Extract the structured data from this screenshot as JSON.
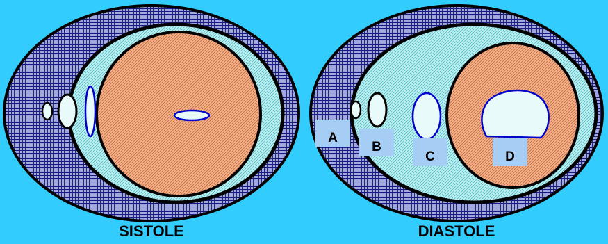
{
  "colors": {
    "background": "#33ccff",
    "outer_fill": "#a0a8d8",
    "outer_grid": "#1a1a80",
    "cyan_fill": "#bff3f3",
    "cyan_hatch": "#5ab8c4",
    "orange_fill": "#f4b48e",
    "orange_hatch": "#c4683a",
    "pale_fill": "#e8fafa",
    "label_box": "#a6cdf3",
    "blue_outline": "#0000cc"
  },
  "captions": {
    "systole": "SISTOLE",
    "diastole": "DIASTOLE"
  },
  "labels": {
    "a": "A",
    "b": "B",
    "c": "C",
    "d": "D"
  }
}
